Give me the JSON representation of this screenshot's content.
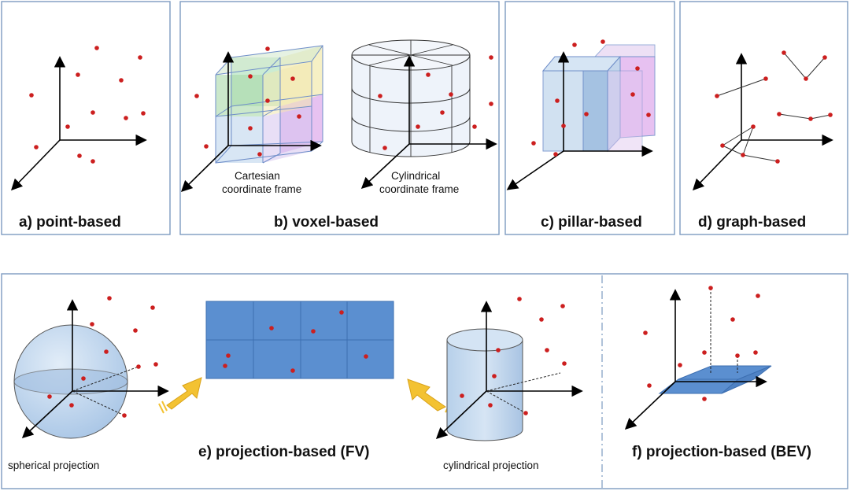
{
  "panels": {
    "a": {
      "title": "a) point-based"
    },
    "b": {
      "title": "b) voxel-based",
      "cartesian_caption": [
        "Cartesian",
        "coordinate frame"
      ],
      "cylindrical_caption": [
        "Cylindrical",
        "coordinate frame"
      ]
    },
    "c": {
      "title": "c) pillar-based"
    },
    "d": {
      "title": "d) graph-based"
    },
    "e": {
      "title": "e) projection-based (FV)",
      "spherical_caption": "spherical projection",
      "cylindrical_caption": "cylindrical projection"
    },
    "f": {
      "title": "f) projection-based (BEV)"
    }
  },
  "colors": {
    "point": "#cc1f1f",
    "frame_border": "#7d9bc0",
    "projection_blue": "#5b8fd0",
    "voxel_face": "#c9dcef",
    "arrow_yellow": "#f3c232"
  }
}
